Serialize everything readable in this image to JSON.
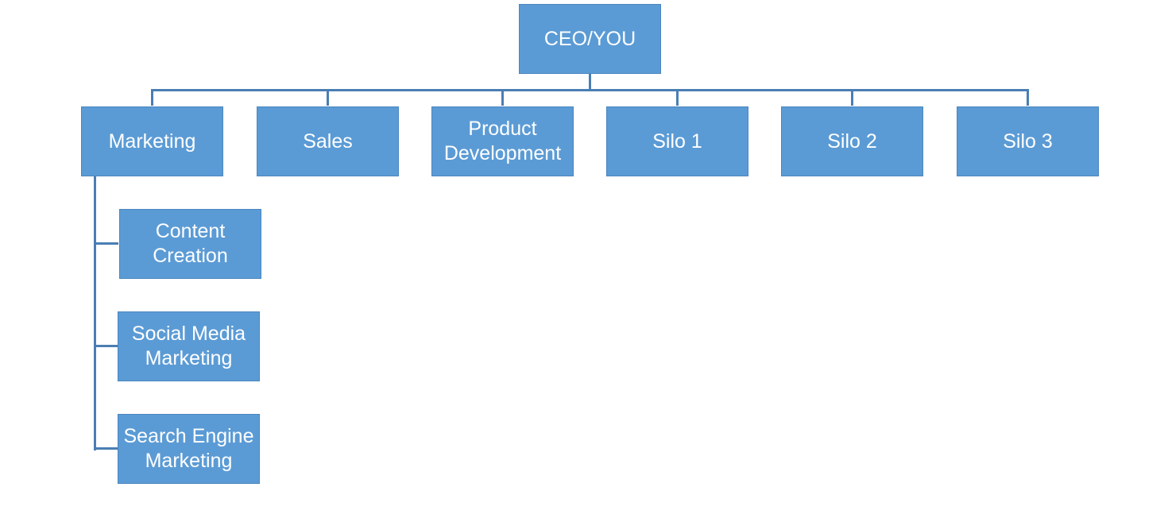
{
  "colors": {
    "node_fill": "#5b9bd5",
    "node_text": "#ffffff",
    "connector": "#4a7eb3"
  },
  "root": {
    "label": "CEO/YOU"
  },
  "departments": [
    {
      "label": "Marketing"
    },
    {
      "label": "Sales"
    },
    {
      "label": "Product Development"
    },
    {
      "label": "Silo 1"
    },
    {
      "label": "Silo 2"
    },
    {
      "label": "Silo 3"
    }
  ],
  "marketing_children": [
    {
      "label": "Content Creation"
    },
    {
      "label": "Social Media Marketing"
    },
    {
      "label": "Search Engine Marketing"
    }
  ]
}
